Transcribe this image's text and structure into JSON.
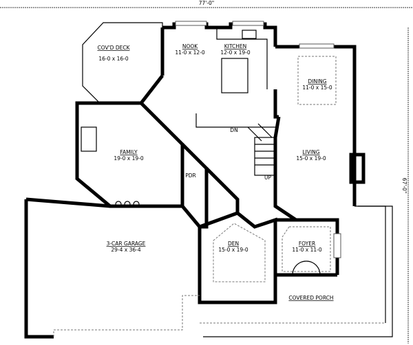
{
  "dimensions": {
    "width": "77'-0\"",
    "depth": "67'-0\""
  },
  "rooms": {
    "deck": {
      "name": "COV'D DECK",
      "size": "16-0 x 16-0"
    },
    "nook": {
      "name": "NOOK",
      "size": "11-0 x 12-0"
    },
    "kitchen": {
      "name": "KITCHEN",
      "size": "12-0 x 19-0"
    },
    "dining": {
      "name": "DINING",
      "size": "11-0 x 15-0"
    },
    "family": {
      "name": "FAMILY",
      "size": "19-0 x 19-0"
    },
    "living": {
      "name": "LIVING",
      "size": "15-0 x 19-0"
    },
    "powder": {
      "name": "PDR"
    },
    "garage": {
      "name": "3-CAR GARAGE",
      "size": "29-4 x 36-4"
    },
    "den": {
      "name": "DEN",
      "size": "15-0 x 19-0"
    },
    "foyer": {
      "name": "FOYER",
      "size": "11-0 x 11-0"
    },
    "porch": {
      "name": "COVERED PORCH"
    }
  },
  "stairs": {
    "up": "UP",
    "down": "DN"
  }
}
